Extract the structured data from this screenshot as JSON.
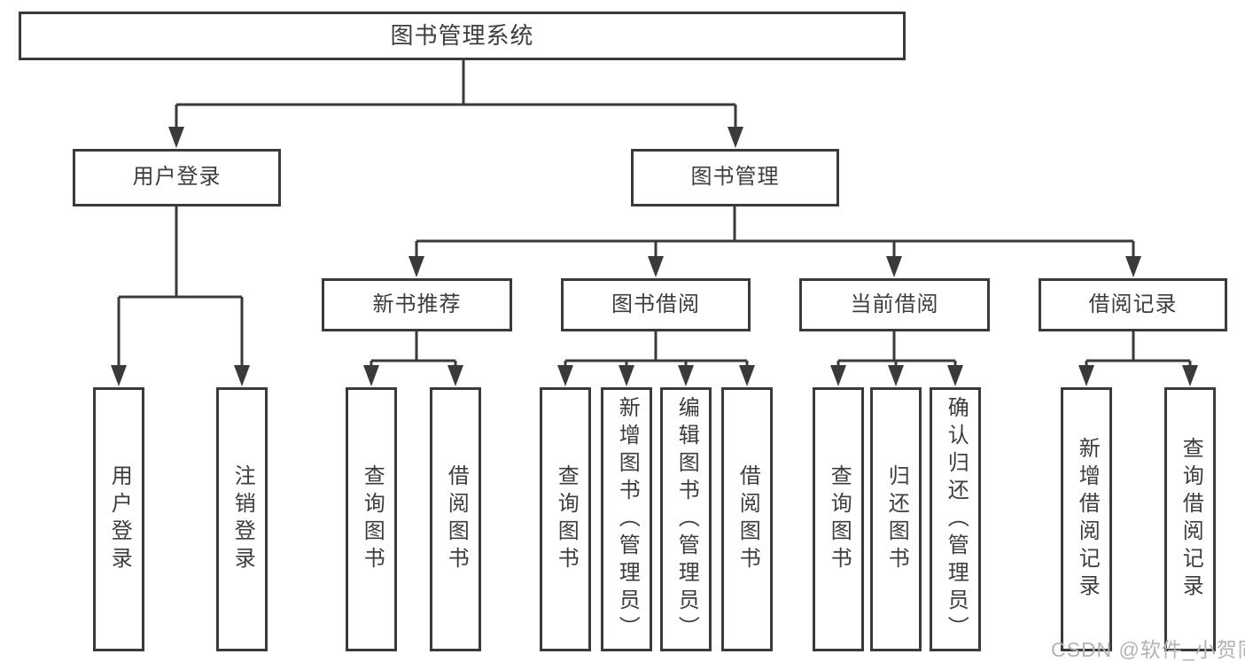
{
  "root": {
    "label": "图书管理系统"
  },
  "branches": [
    {
      "label": "用户登录",
      "children": [
        {
          "label": "用户登录"
        },
        {
          "label": "注销登录"
        }
      ]
    },
    {
      "label": "图书管理",
      "children": [
        {
          "label": "新书推荐",
          "children": [
            {
              "label": "查询图书"
            },
            {
              "label": "借阅图书"
            }
          ]
        },
        {
          "label": "图书借阅",
          "children": [
            {
              "label": "查询图书"
            },
            {
              "label": "新增图书（管理员）"
            },
            {
              "label": "编辑图书（管理员）"
            },
            {
              "label": "借阅图书"
            }
          ]
        },
        {
          "label": "当前借阅",
          "children": [
            {
              "label": "查询图书"
            },
            {
              "label": "归还图书"
            },
            {
              "label": "确认归还（管理员）"
            }
          ]
        },
        {
          "label": "借阅记录",
          "children": [
            {
              "label": "新增借阅记录"
            },
            {
              "label": "查询借阅记录"
            }
          ]
        }
      ]
    }
  ],
  "watermark": {
    "text": "CSDN @软件_小贺同学"
  },
  "colors": {
    "line": "#3a3a3a",
    "text": "#3d3d3d",
    "watermark": "#b3b3b3"
  }
}
